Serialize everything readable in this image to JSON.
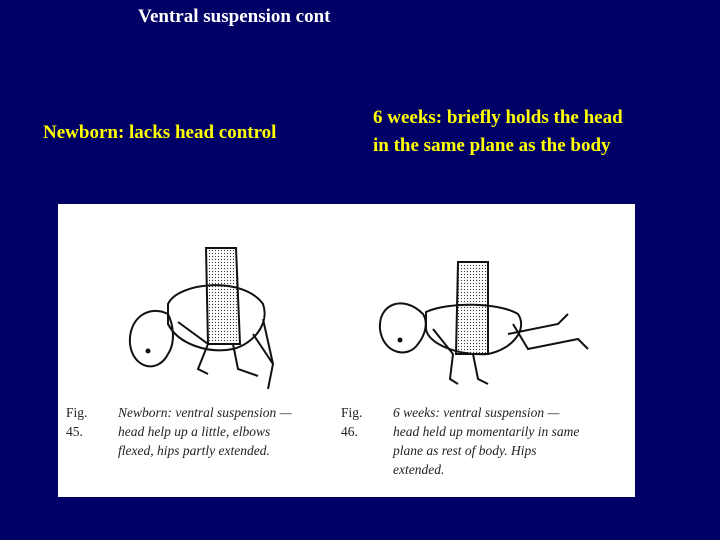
{
  "slide": {
    "title": "Ventral suspension cont",
    "left_caption": "Newborn: lacks head control",
    "right_caption_line1": "6 weeks: briefly holds the head",
    "right_caption_line2": "in the same plane as the body"
  },
  "figure": {
    "fig45": {
      "number": "Fig. 45.",
      "text": "Newborn: ventral suspension — head help up a little, elbows flexed, hips partly extended."
    },
    "fig46": {
      "number": "Fig. 46.",
      "text": "6 weeks: ventral suspension — head held up momentarily in same plane as rest of body. Hips extended."
    }
  }
}
